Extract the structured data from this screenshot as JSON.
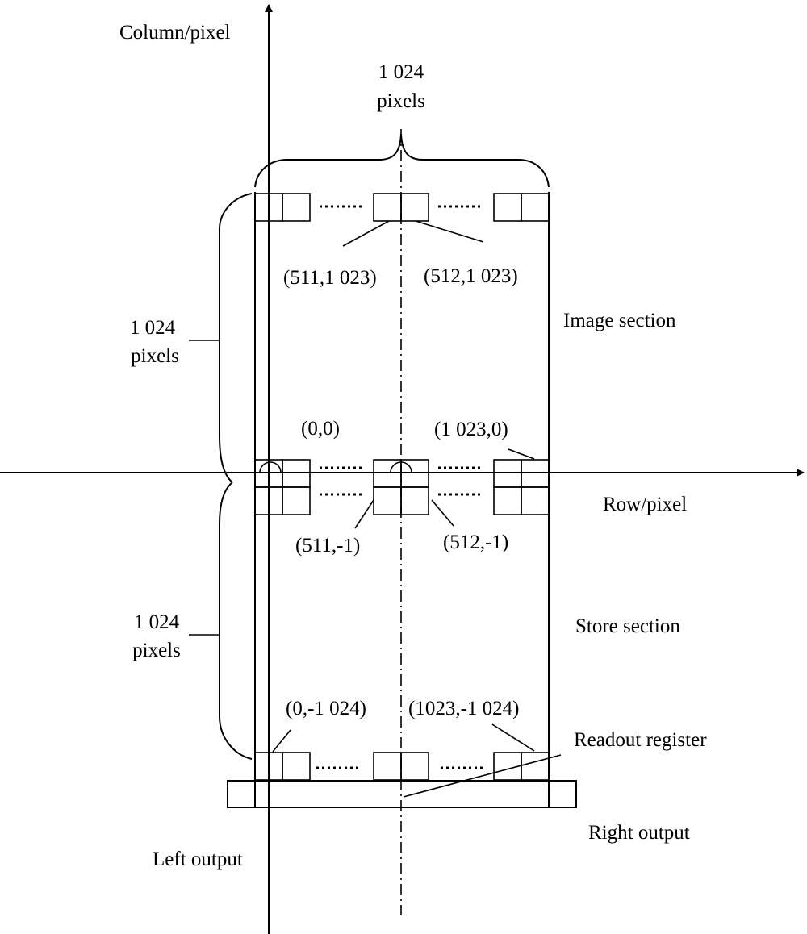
{
  "axes": {
    "vertical_label": "Column/pixel",
    "horizontal_label": "Row/pixel"
  },
  "dimensions": {
    "top_width": [
      "1 024",
      "pixels"
    ],
    "image_height": [
      "1 024",
      "pixels"
    ],
    "store_height": [
      "1 024",
      "pixels"
    ]
  },
  "sections": {
    "image": "Image section",
    "store": "Store section",
    "readout": "Readout register"
  },
  "outputs": {
    "left": "Left output",
    "right": "Right output"
  },
  "coordinates": {
    "top_center_left": "(511,1 023)",
    "top_center_right": "(512,1 023)",
    "origin": "(0,0)",
    "mid_right": "(1 023,0)",
    "mid_center_left": "(511,-1)",
    "mid_center_right": "(512,-1)",
    "bottom_left": "(0,-1 024)",
    "bottom_right": "(1023,-1 024)"
  },
  "ellipsis": "......",
  "colors": {
    "line": "#000000",
    "background": "#ffffff"
  }
}
